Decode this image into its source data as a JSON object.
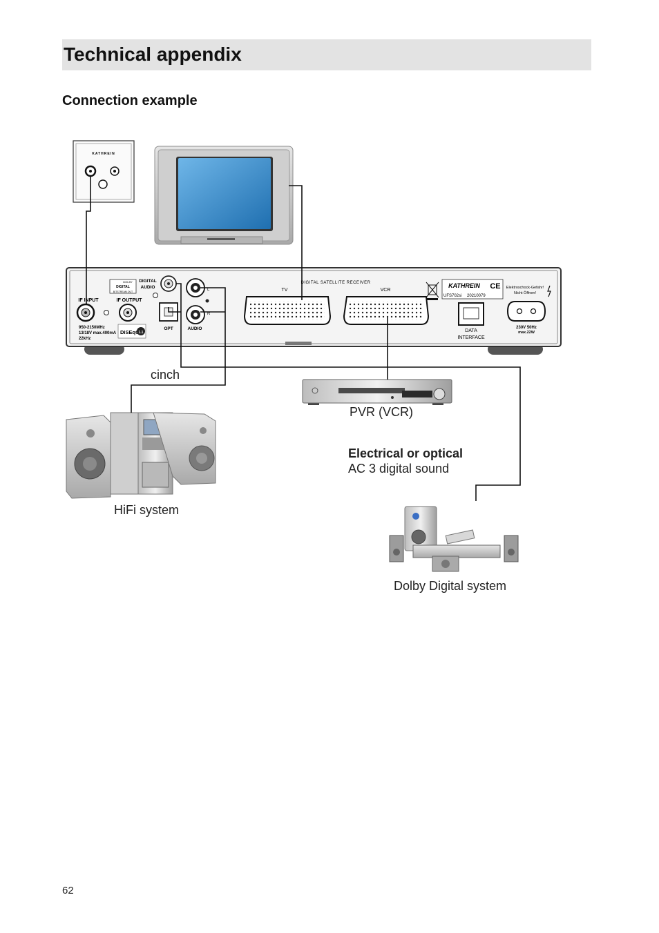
{
  "header": {
    "title": "Technical appendix",
    "subtitle": "Connection example"
  },
  "wall_socket": {
    "brand": "KATHREIN"
  },
  "receiver": {
    "dolby_line1": "DOLBY",
    "dolby_line2": "DIGITAL",
    "dolby_line3": "BITSTREAM OUT",
    "digital_audio_line1": "DIGITAL",
    "digital_audio_line2": "AUDIO",
    "if_input": "IF INPUT",
    "if_output": "IF OUTPUT",
    "freq_line1": "950-2150MHz",
    "freq_line2": "13/18V max.400mA",
    "freq_line3": "22kHz",
    "diseqc": "DiSEqC",
    "diseqc_version": "1.1",
    "opt": "OPT",
    "audio": "AUDIO",
    "left_channel": "L",
    "right_channel": "R",
    "device_name": "DIGITAL SATELLITE RECEIVER",
    "tv": "TV",
    "vcr": "VCR",
    "brand": "KATHREIN",
    "ce": "CE",
    "model": "UFS702si",
    "serial": "20210079",
    "warning_line1": "Elektroschock-Gefahr!",
    "warning_line2": "Nicht Öffnen!",
    "data_line1": "DATA",
    "data_line2": "INTERFACE",
    "power_line1": "230V 50Hz",
    "power_line2": "max.22W"
  },
  "labels": {
    "cinch": "cinch",
    "pvr": "PVR (VCR)",
    "audio_bold": "Electrical or optical",
    "audio_normal": "AC 3 digital sound",
    "hifi": "HiFi system",
    "dolby_system": "Dolby Digital system"
  },
  "footer": {
    "page_number": "62"
  }
}
